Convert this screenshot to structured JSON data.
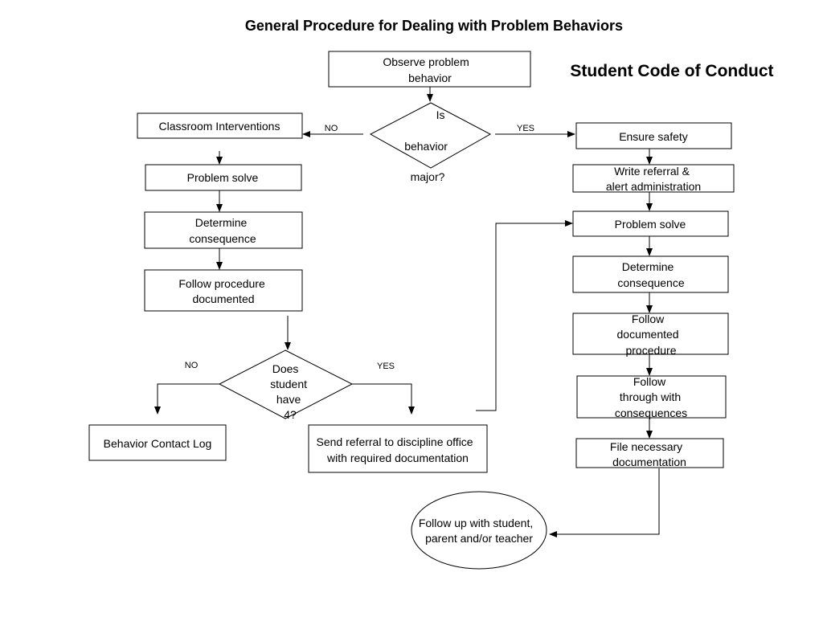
{
  "title": "General Procedure for Dealing with Problem Behaviors",
  "heading": "Student Code of Conduct",
  "nodes": {
    "observe": [
      "Observe problem",
      "behavior"
    ],
    "decision_major": [
      "Is",
      "behavior",
      "major?"
    ],
    "classroom": [
      "Classroom Interventions"
    ],
    "left_problem_solve": [
      "Problem solve"
    ],
    "left_determine": [
      "Determine",
      "consequence"
    ],
    "left_follow": [
      "Follow procedure",
      "documented"
    ],
    "decision_four": [
      "Does",
      "student",
      "have",
      "4?"
    ],
    "contact_log": [
      "Behavior Contact Log"
    ],
    "send_referral": [
      "Send referral to discipline office",
      "with required documentation"
    ],
    "ensure_safety": [
      "Ensure safety"
    ],
    "write_referral": [
      "Write referral &",
      "alert administration"
    ],
    "right_problem_solve": [
      "Problem solve"
    ],
    "right_determine": [
      "Determine",
      "consequence"
    ],
    "right_follow": [
      "Follow",
      "documented",
      "procedure"
    ],
    "follow_through": [
      "Follow",
      "through with",
      "consequences"
    ],
    "file_docs": [
      "File necessary",
      "documentation"
    ],
    "follow_up": [
      "Follow up with student,",
      "parent and/or teacher"
    ]
  },
  "edge_labels": {
    "major_no": "NO",
    "major_yes": "YES",
    "four_no": "NO",
    "four_yes": "YES"
  }
}
